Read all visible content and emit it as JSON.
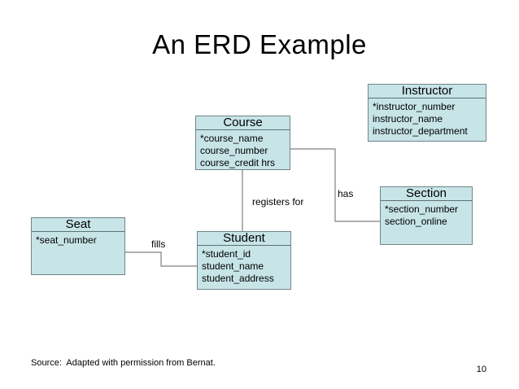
{
  "slide": {
    "title": "An ERD Example",
    "source_note": "Source:  Adapted with permission from Bernat.",
    "page_number": "10"
  },
  "colors": {
    "background": "#ffffff",
    "entity_fill": "#c7e4e7",
    "entity_border": "#6f8588",
    "connector_line": "#808080",
    "text": "#000000"
  },
  "diagram": {
    "type": "entity-relationship-diagram",
    "entities": [
      {
        "id": "instructor",
        "title": "Instructor",
        "attributes": [
          "*instructor_number",
          "instructor_name",
          "instructor_department"
        ]
      },
      {
        "id": "course",
        "title": "Course",
        "attributes": [
          "*course_name",
          "course_number",
          "course_credit hrs"
        ]
      },
      {
        "id": "section",
        "title": "Section",
        "attributes": [
          "*section_number",
          "section_online"
        ]
      },
      {
        "id": "seat",
        "title": "Seat",
        "attributes": [
          "*seat_number"
        ]
      },
      {
        "id": "student",
        "title": "Student",
        "attributes": [
          "*student_id",
          "student_name",
          "student_address"
        ]
      }
    ],
    "relationships": [
      {
        "label": "has",
        "from": "Course",
        "to": "Section"
      },
      {
        "label": "registers for",
        "from": "Course",
        "to": "Student"
      },
      {
        "label": "fills",
        "from": "Seat",
        "to": "Student"
      }
    ]
  }
}
